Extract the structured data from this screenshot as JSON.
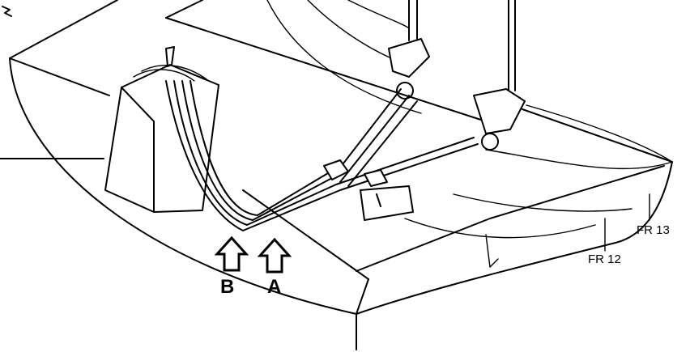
{
  "labels": {
    "arrow_a": "A",
    "arrow_b": "B",
    "frame_12": "FR 12",
    "frame_13": "FR 13"
  },
  "colors": {
    "line": "#000000",
    "background": "#ffffff"
  }
}
